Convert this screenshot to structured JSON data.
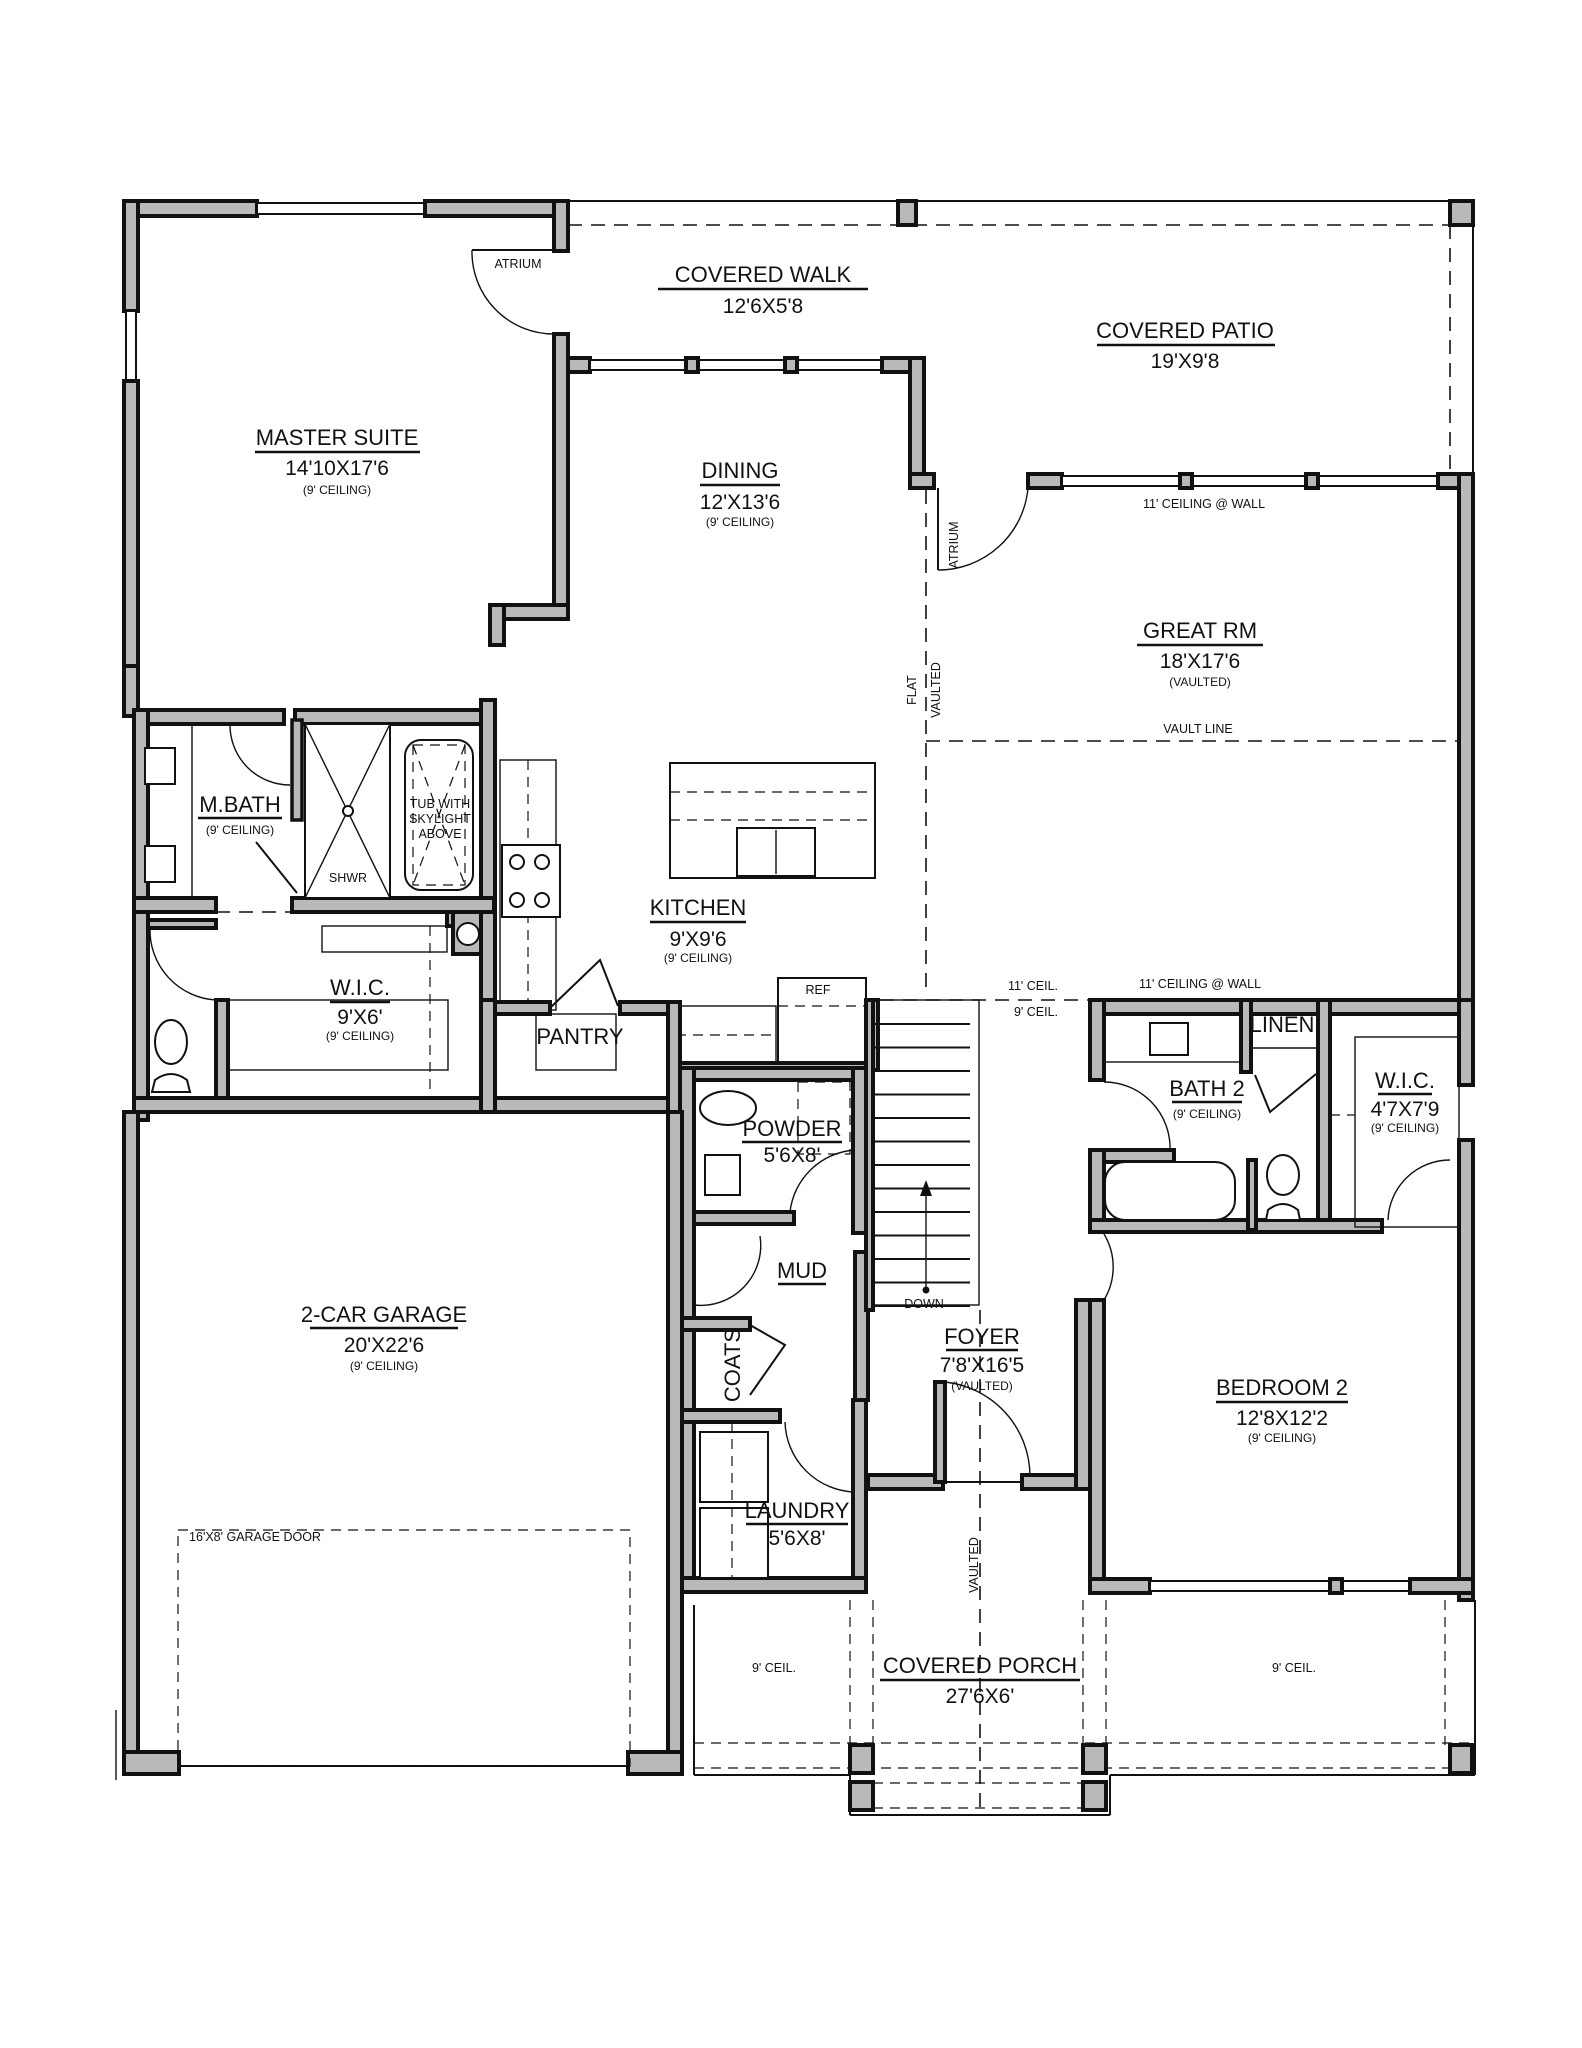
{
  "plan": {
    "colors": {
      "wall_fill": "#b9b9b9",
      "wall_stroke": "#111111",
      "background": "#ffffff"
    },
    "rooms": {
      "master_suite": {
        "name": "MASTER SUITE",
        "dims": "14'10X17'6",
        "ceiling": "(9' CEILING)"
      },
      "covered_walk": {
        "name": "COVERED WALK",
        "dims": "12'6X5'8"
      },
      "covered_patio": {
        "name": "COVERED PATIO",
        "dims": "19'X9'8"
      },
      "dining": {
        "name": "DINING",
        "dims": "12'X13'6",
        "ceiling": "(9' CEILING)"
      },
      "great_rm": {
        "name": "GREAT RM",
        "dims": "18'X17'6",
        "ceiling": "(VAULTED)"
      },
      "m_bath": {
        "name": "M.BATH",
        "ceiling": "(9' CEILING)"
      },
      "wic_master": {
        "name": "W.I.C.",
        "dims": "9'X6'",
        "ceiling": "(9' CEILING)"
      },
      "kitchen": {
        "name": "KITCHEN",
        "dims": "9'X9'6",
        "ceiling": "(9' CEILING)"
      },
      "pantry": {
        "name": "PANTRY"
      },
      "powder": {
        "name": "POWDER",
        "dims": "5'6X8'"
      },
      "mud": {
        "name": "MUD"
      },
      "coats": {
        "name": "COATS"
      },
      "laundry": {
        "name": "LAUNDRY",
        "dims": "5'6X8'"
      },
      "garage": {
        "name": "2-CAR GARAGE",
        "dims": "20'X22'6",
        "ceiling": "(9' CEILING)"
      },
      "foyer": {
        "name": "FOYER",
        "dims": "7'8'X16'5",
        "ceiling": "(VAULTED)"
      },
      "bath2": {
        "name": "BATH 2",
        "ceiling": "(9' CEILING)"
      },
      "linen": {
        "name": "LINEN"
      },
      "wic2": {
        "name": "W.I.C.",
        "dims": "4'7X7'9",
        "ceiling": "(9' CEILING)"
      },
      "bedroom2": {
        "name": "BEDROOM 2",
        "dims": "12'8X12'2",
        "ceiling": "(9' CEILING)"
      },
      "covered_porch": {
        "name": "COVERED PORCH",
        "dims": "27'6X6'"
      }
    },
    "notes": {
      "atrium_master": "ATRIUM",
      "atrium_great": "ATRIUM",
      "ceiling_wall_great": "11' CEILING @ WALL",
      "ceiling_wall_bath2": "11' CEILING @ WALL",
      "flat": "FLAT",
      "vaulted_line": "VAULTED",
      "vault_line": "VAULT LINE",
      "ceil_11": "11' CEIL.",
      "ceil_9": "9' CEIL.",
      "shower": "SHWR",
      "tub_line1": "TUB WITH",
      "tub_line2": "SKYLIGHT",
      "tub_line3": "ABOVE",
      "ref": "REF",
      "stairs_down": "DOWN",
      "garage_door": "16'X8' GARAGE DOOR",
      "porch_vaulted": "VAULTED",
      "porch_ceil_left": "9' CEIL.",
      "porch_ceil_right": "9' CEIL."
    }
  }
}
